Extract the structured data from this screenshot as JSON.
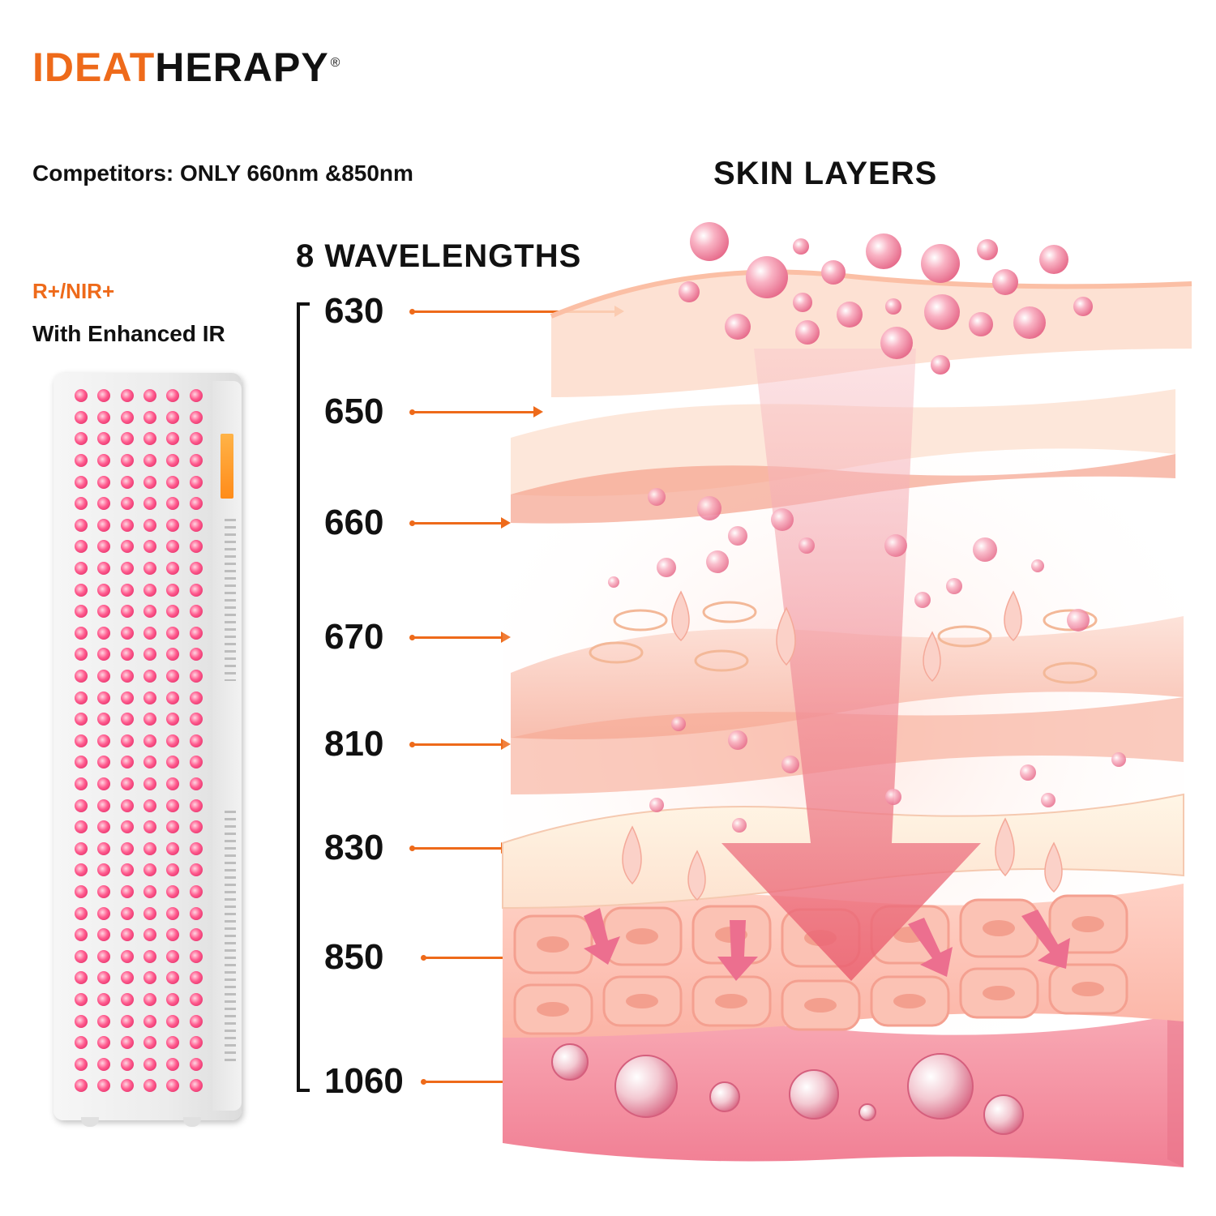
{
  "brand": {
    "logo_part1": "IDEA",
    "logo_accent_letter": "T",
    "logo_part2": "HERAPY",
    "registered_mark": "®",
    "accent_color": "#ee6a1a",
    "text_color": "#111111"
  },
  "left": {
    "competitors": "Competitors: ONLY 660nm &850nm",
    "rnir": "R+/NIR+",
    "enhanced": "With Enhanced IR"
  },
  "skin_title": "SKIN LAYERS",
  "wavelengths_title": "8 WAVELENGTHS",
  "wavelengths": [
    "630",
    "650",
    "660",
    "670",
    "810",
    "830",
    "850",
    "1060"
  ],
  "panel": {
    "led_color": "#ff5c8f",
    "display_color": "#ff8c1a"
  }
}
